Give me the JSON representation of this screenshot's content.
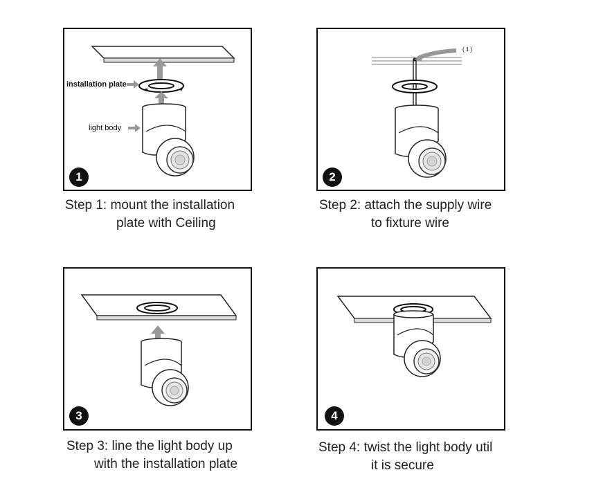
{
  "steps": [
    {
      "number": "1",
      "caption_line1": "Step 1: mount the installation",
      "caption_line2": "plate with Ceiling",
      "callouts": {
        "plate": "installation plate",
        "body": "light body"
      }
    },
    {
      "number": "2",
      "caption_line1": "Step 2: attach the supply wire",
      "caption_line2": "to  fixture wire",
      "callouts": {
        "ref": "(1)"
      }
    },
    {
      "number": "3",
      "caption_line1": "Step 3: line the light body up",
      "caption_line2": "with the installation plate"
    },
    {
      "number": "4",
      "caption_line1": "Step 4: twist the light body util",
      "caption_line2": "it is secure"
    }
  ]
}
